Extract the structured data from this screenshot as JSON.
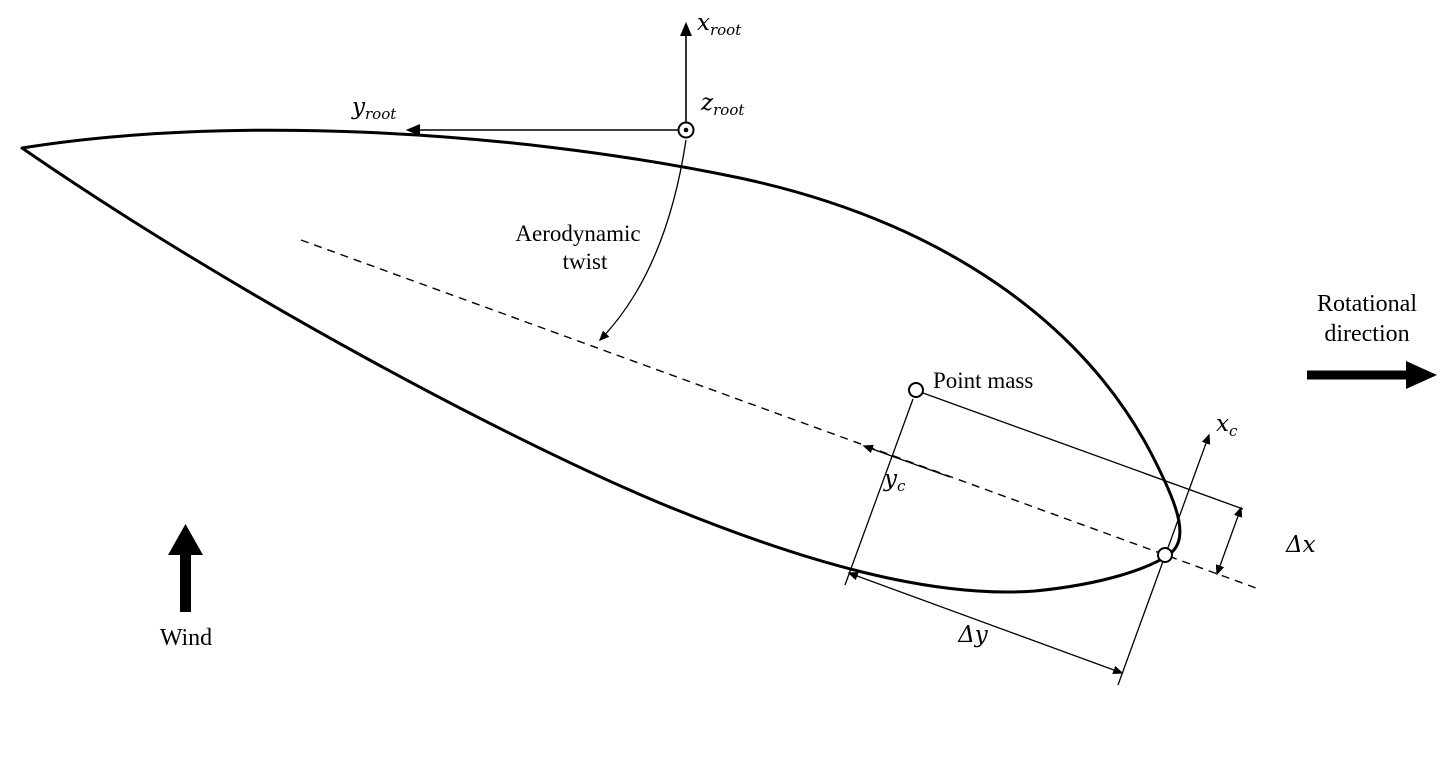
{
  "diagram": {
    "axis_labels": {
      "x_root": {
        "base": "x",
        "sub": "root"
      },
      "y_root": {
        "base": "y",
        "sub": "root"
      },
      "z_root": {
        "base": "z",
        "sub": "root"
      },
      "x_c": {
        "base": "x",
        "sub": "c"
      },
      "y_c": {
        "base": "y",
        "sub": "c"
      }
    },
    "annotations": {
      "aero_twist": {
        "line1": "Aerodynamic",
        "line2": "twist"
      },
      "point_mass": "Point mass",
      "delta_x": "Δx",
      "delta_y": "Δy"
    },
    "directions": {
      "rotational": {
        "line1": "Rotational",
        "line2": "direction"
      },
      "wind": "Wind"
    },
    "colors": {
      "ink": "#000000",
      "background": "#ffffff"
    }
  }
}
